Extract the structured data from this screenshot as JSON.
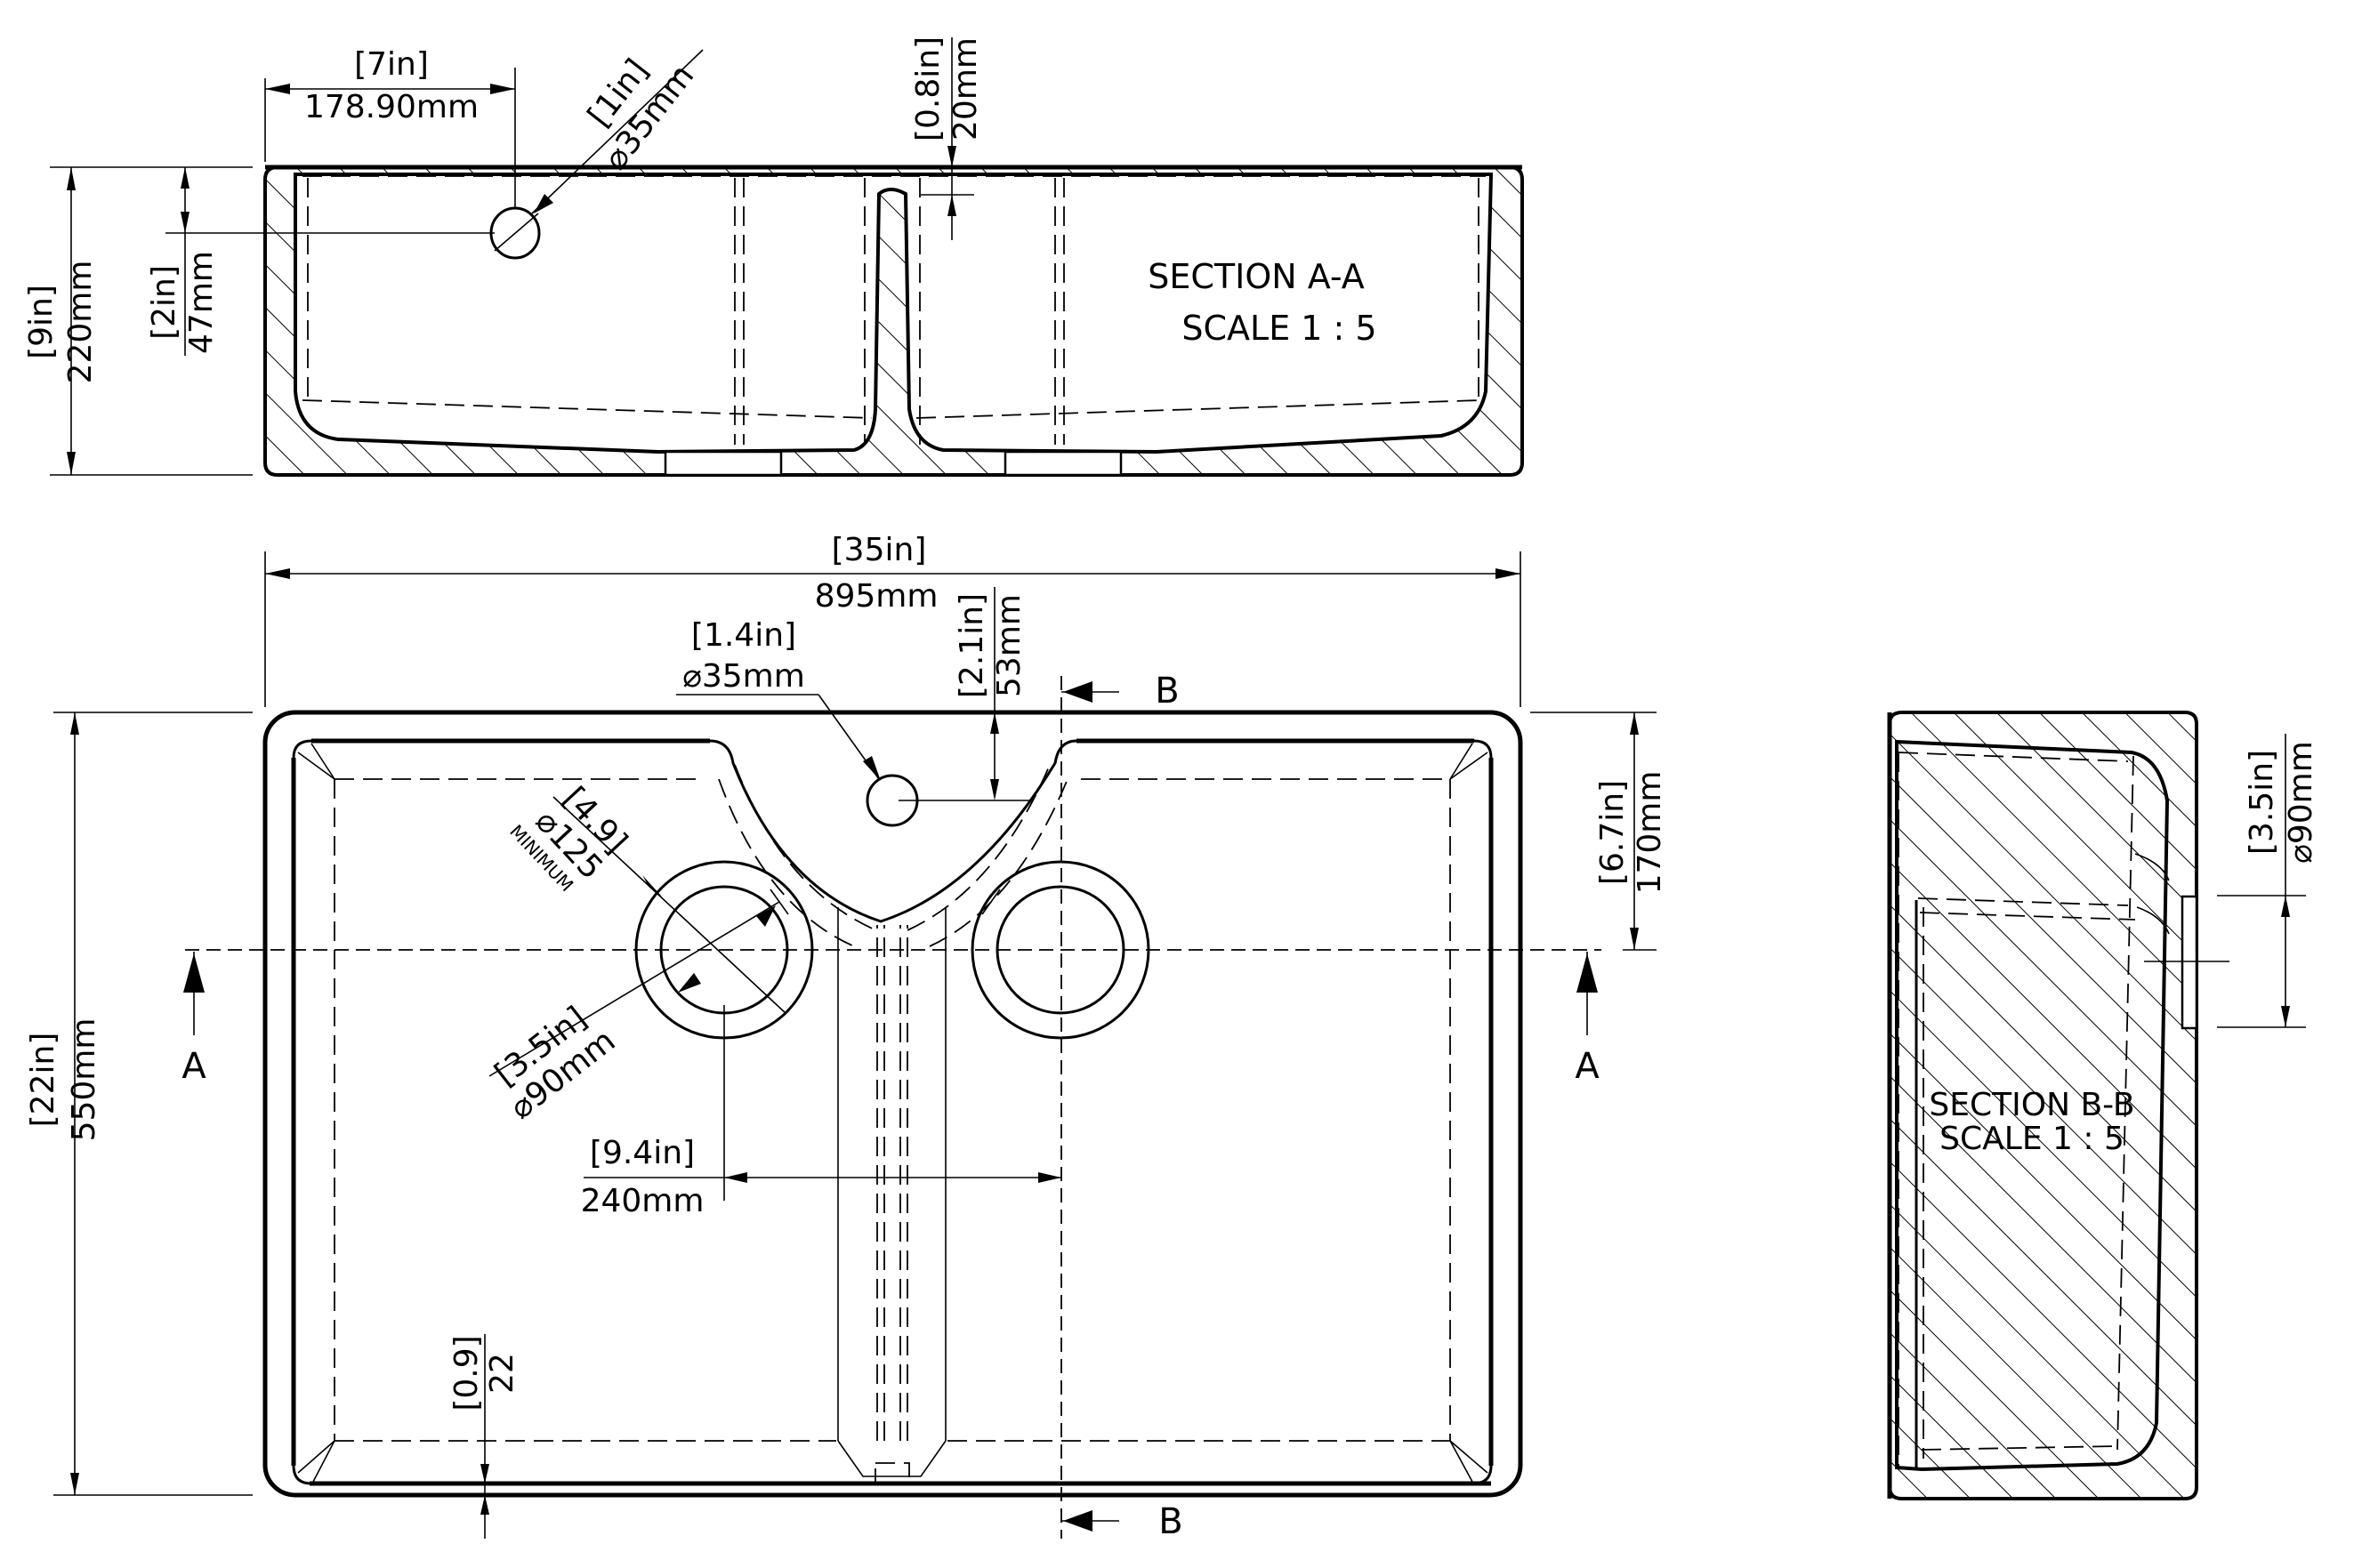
{
  "drawing": {
    "subject": "Double bowl farmhouse sink",
    "units_primary": "mm",
    "units_secondary": "in"
  },
  "section_aa": {
    "title": "SECTION A-A",
    "scale": "SCALE 1 : 5",
    "dims": {
      "tap_offset_in": "[7in]",
      "tap_offset_mm": "178.90mm",
      "tap_hole_in": "[1in]",
      "tap_hole_mm": "⌀35mm",
      "divider_drop_in": "[0.8in]",
      "divider_drop_mm": "20mm",
      "height_in": "[9in]",
      "height_mm": "220mm",
      "tap_height_in": "[2in]",
      "tap_height_mm": "47mm"
    }
  },
  "plan": {
    "dims": {
      "width_in": "[35in]",
      "width_mm": "895mm",
      "tap_hole_in": "[1.4in]",
      "tap_hole_mm": "⌀35mm",
      "tap_from_back_in": "[2.1in]",
      "tap_from_back_mm": "53mm",
      "waste_center_in": "[6.7in]",
      "waste_center_mm": "170mm",
      "waste_outer_in": "[4.9]",
      "waste_outer_mm": "⌀125",
      "waste_outer_note": "MINIMUM",
      "waste_inner_in": "[3.5in]",
      "waste_inner_mm": "⌀90mm",
      "waste_spacing_in": "[9.4in]",
      "waste_spacing_mm": "240mm",
      "depth_in": "[22in]",
      "depth_mm": "550mm",
      "rim_in": "[0.9]",
      "rim_mm": "22"
    },
    "section_markers": {
      "a_left": "A",
      "a_right": "A",
      "b_top": "B",
      "b_bottom": "B"
    }
  },
  "section_bb": {
    "title": "SECTION B-B",
    "scale": "SCALE 1 : 5",
    "dims": {
      "waste_in": "[3.5in]",
      "waste_mm": "⌀90mm"
    }
  },
  "colors": {
    "line": "#000000",
    "background": "#ffffff"
  }
}
